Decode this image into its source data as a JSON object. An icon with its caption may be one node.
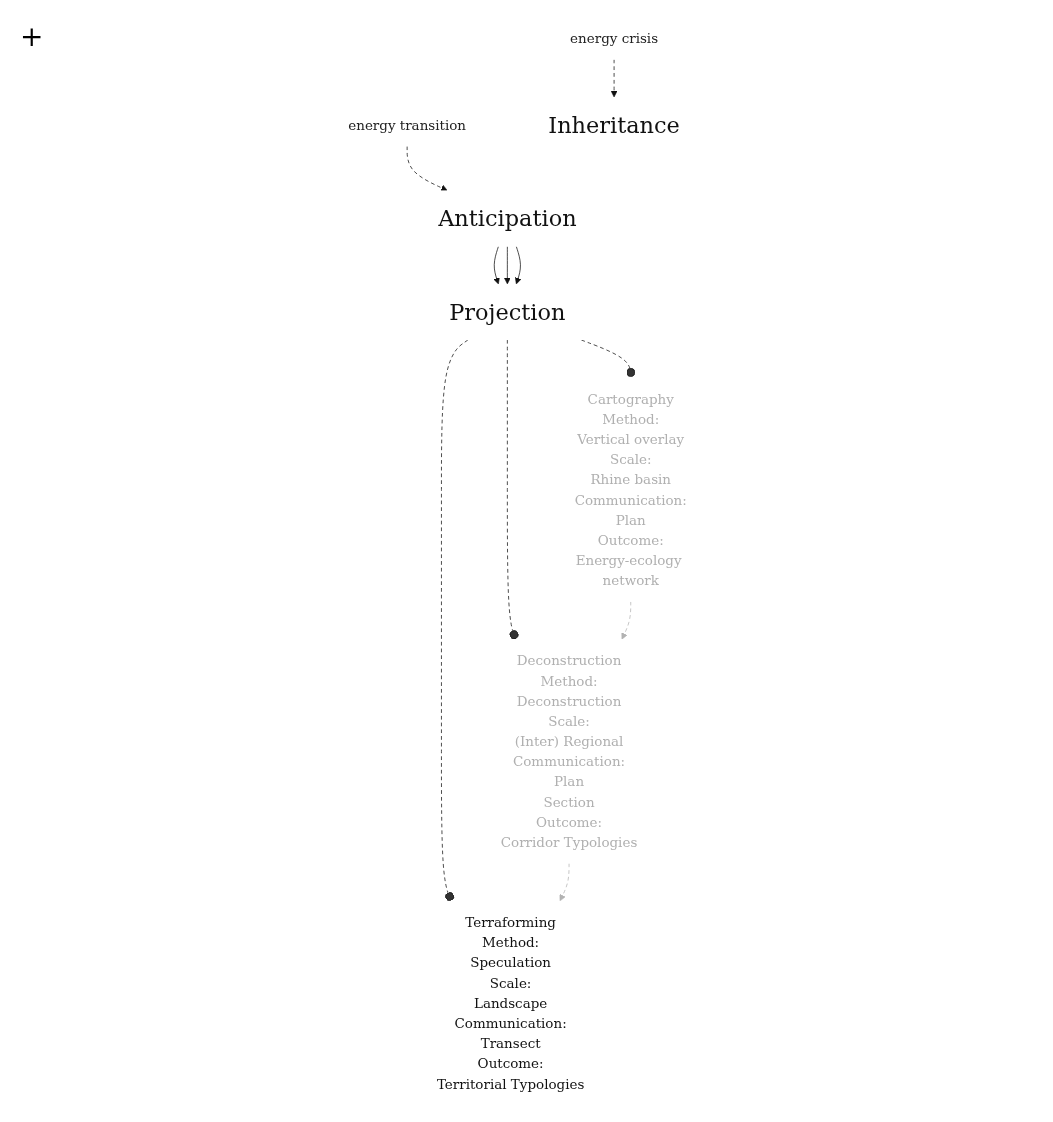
{
  "diagram": {
    "nodes": [
      {
        "text": [
          "energy crisis"
        ]
      },
      {
        "text": [
          "Inheritance"
        ]
      },
      {
        "text": [
          "energy transition"
        ]
      },
      {
        "text": [
          "Anticipation"
        ]
      },
      {
        "text": [
          "Projection"
        ]
      },
      {
        "text": [
          "Cartography",
          "Method:",
          "Vertical overlay",
          "Scale:",
          "Rhine basin",
          "Communication:",
          "Plan",
          "Outcome:",
          "Energy-ecology network"
        ]
      },
      {
        "text": [
          "Deconstruction",
          "Method:",
          "Deconstruction",
          "Scale:",
          "(Inter) Regional",
          "Communication:",
          "Plan",
          "Section",
          "Outcome:",
          "Corridor Typologies"
        ]
      },
      {
        "text": [
          "Terraforming",
          "Method:",
          "Speculation",
          "Scale:",
          "Landscape",
          "Communication:",
          "Transect",
          "Outcome:",
          "Territorial Typologies"
        ]
      }
    ],
    "edges": [
      {
        "from": 0,
        "to": 1,
        "arrow": "to",
        "style": "dashed"
      },
      {
        "from": 2,
        "to": 3,
        "arrow": "to",
        "style": "dashed"
      },
      {
        "from": 3,
        "to": 4,
        "arrow": "to"
      },
      {
        "from": 3,
        "to": 4,
        "arrow": "to"
      },
      {
        "from": 3,
        "to": 4,
        "arrow": "to"
      },
      {
        "from": 4,
        "to": 5,
        "arrow": "other",
        "style": "dashed"
      },
      {
        "from": 4,
        "to": 6,
        "arrow": "other",
        "style": "dashed"
      },
      {
        "from": 4,
        "to": 7,
        "arrow": "other",
        "style": "dashed"
      },
      {
        "from": 5,
        "to": 6,
        "arrow": "to",
        "style": "dashed",
        "color": "#b3b3b3"
      },
      {
        "from": 6,
        "to": 7,
        "arrow": "to",
        "style": "dashed",
        "color": "#b3b3b3"
      }
    ],
    "labels": [
      "+"
    ]
  }
}
